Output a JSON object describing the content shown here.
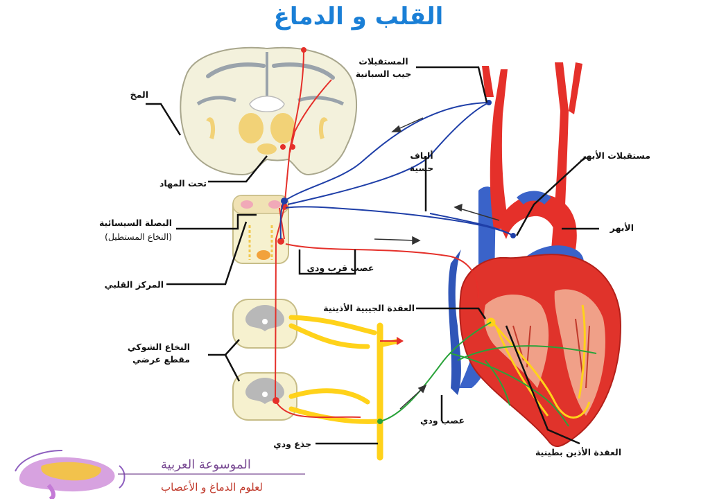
{
  "title": "القلب و الدماغ",
  "labels": {
    "brain": "المخ",
    "hypothalamus": "تحت المهاد",
    "medulla": "البصلة السيسائية",
    "medulla_alt": "(النخاع المستطيل)",
    "cardiac_center": "المركز القلبي",
    "spinal_cord_1": "النخاع الشوكي",
    "spinal_cord_2": "مقطع عرضي",
    "vagal_trunk": "جذع ودي",
    "sinus_receptors_1": "المستقبلات",
    "sinus_receptors_2": "جيب السباتية",
    "sensory_fibers_1": "ألياف",
    "sensory_fibers_2": "حسية",
    "aortic_receptors": "مستقبلات الأبهر",
    "aorta": "الأبهر",
    "parasympathetic": "عصب قرب ودي",
    "sa_node": "العقدة الجيبية الأذينية",
    "sympathetic": "عصب ودي",
    "av_node": "العقدة الأذين بطينية"
  },
  "brand": {
    "name": "الموسوعة العربية",
    "tagline": "لعلوم الدماغ و الأعصاب"
  },
  "colors": {
    "title": "#1a7fd6",
    "artery": "#e5302a",
    "vein": "#2f5fc4",
    "sensory_nerve": "#1f3fa8",
    "motor_nerve": "#e5302a",
    "sympathetic_nerve": "#ffd21a",
    "vagus_green": "#2aa33a"
  }
}
